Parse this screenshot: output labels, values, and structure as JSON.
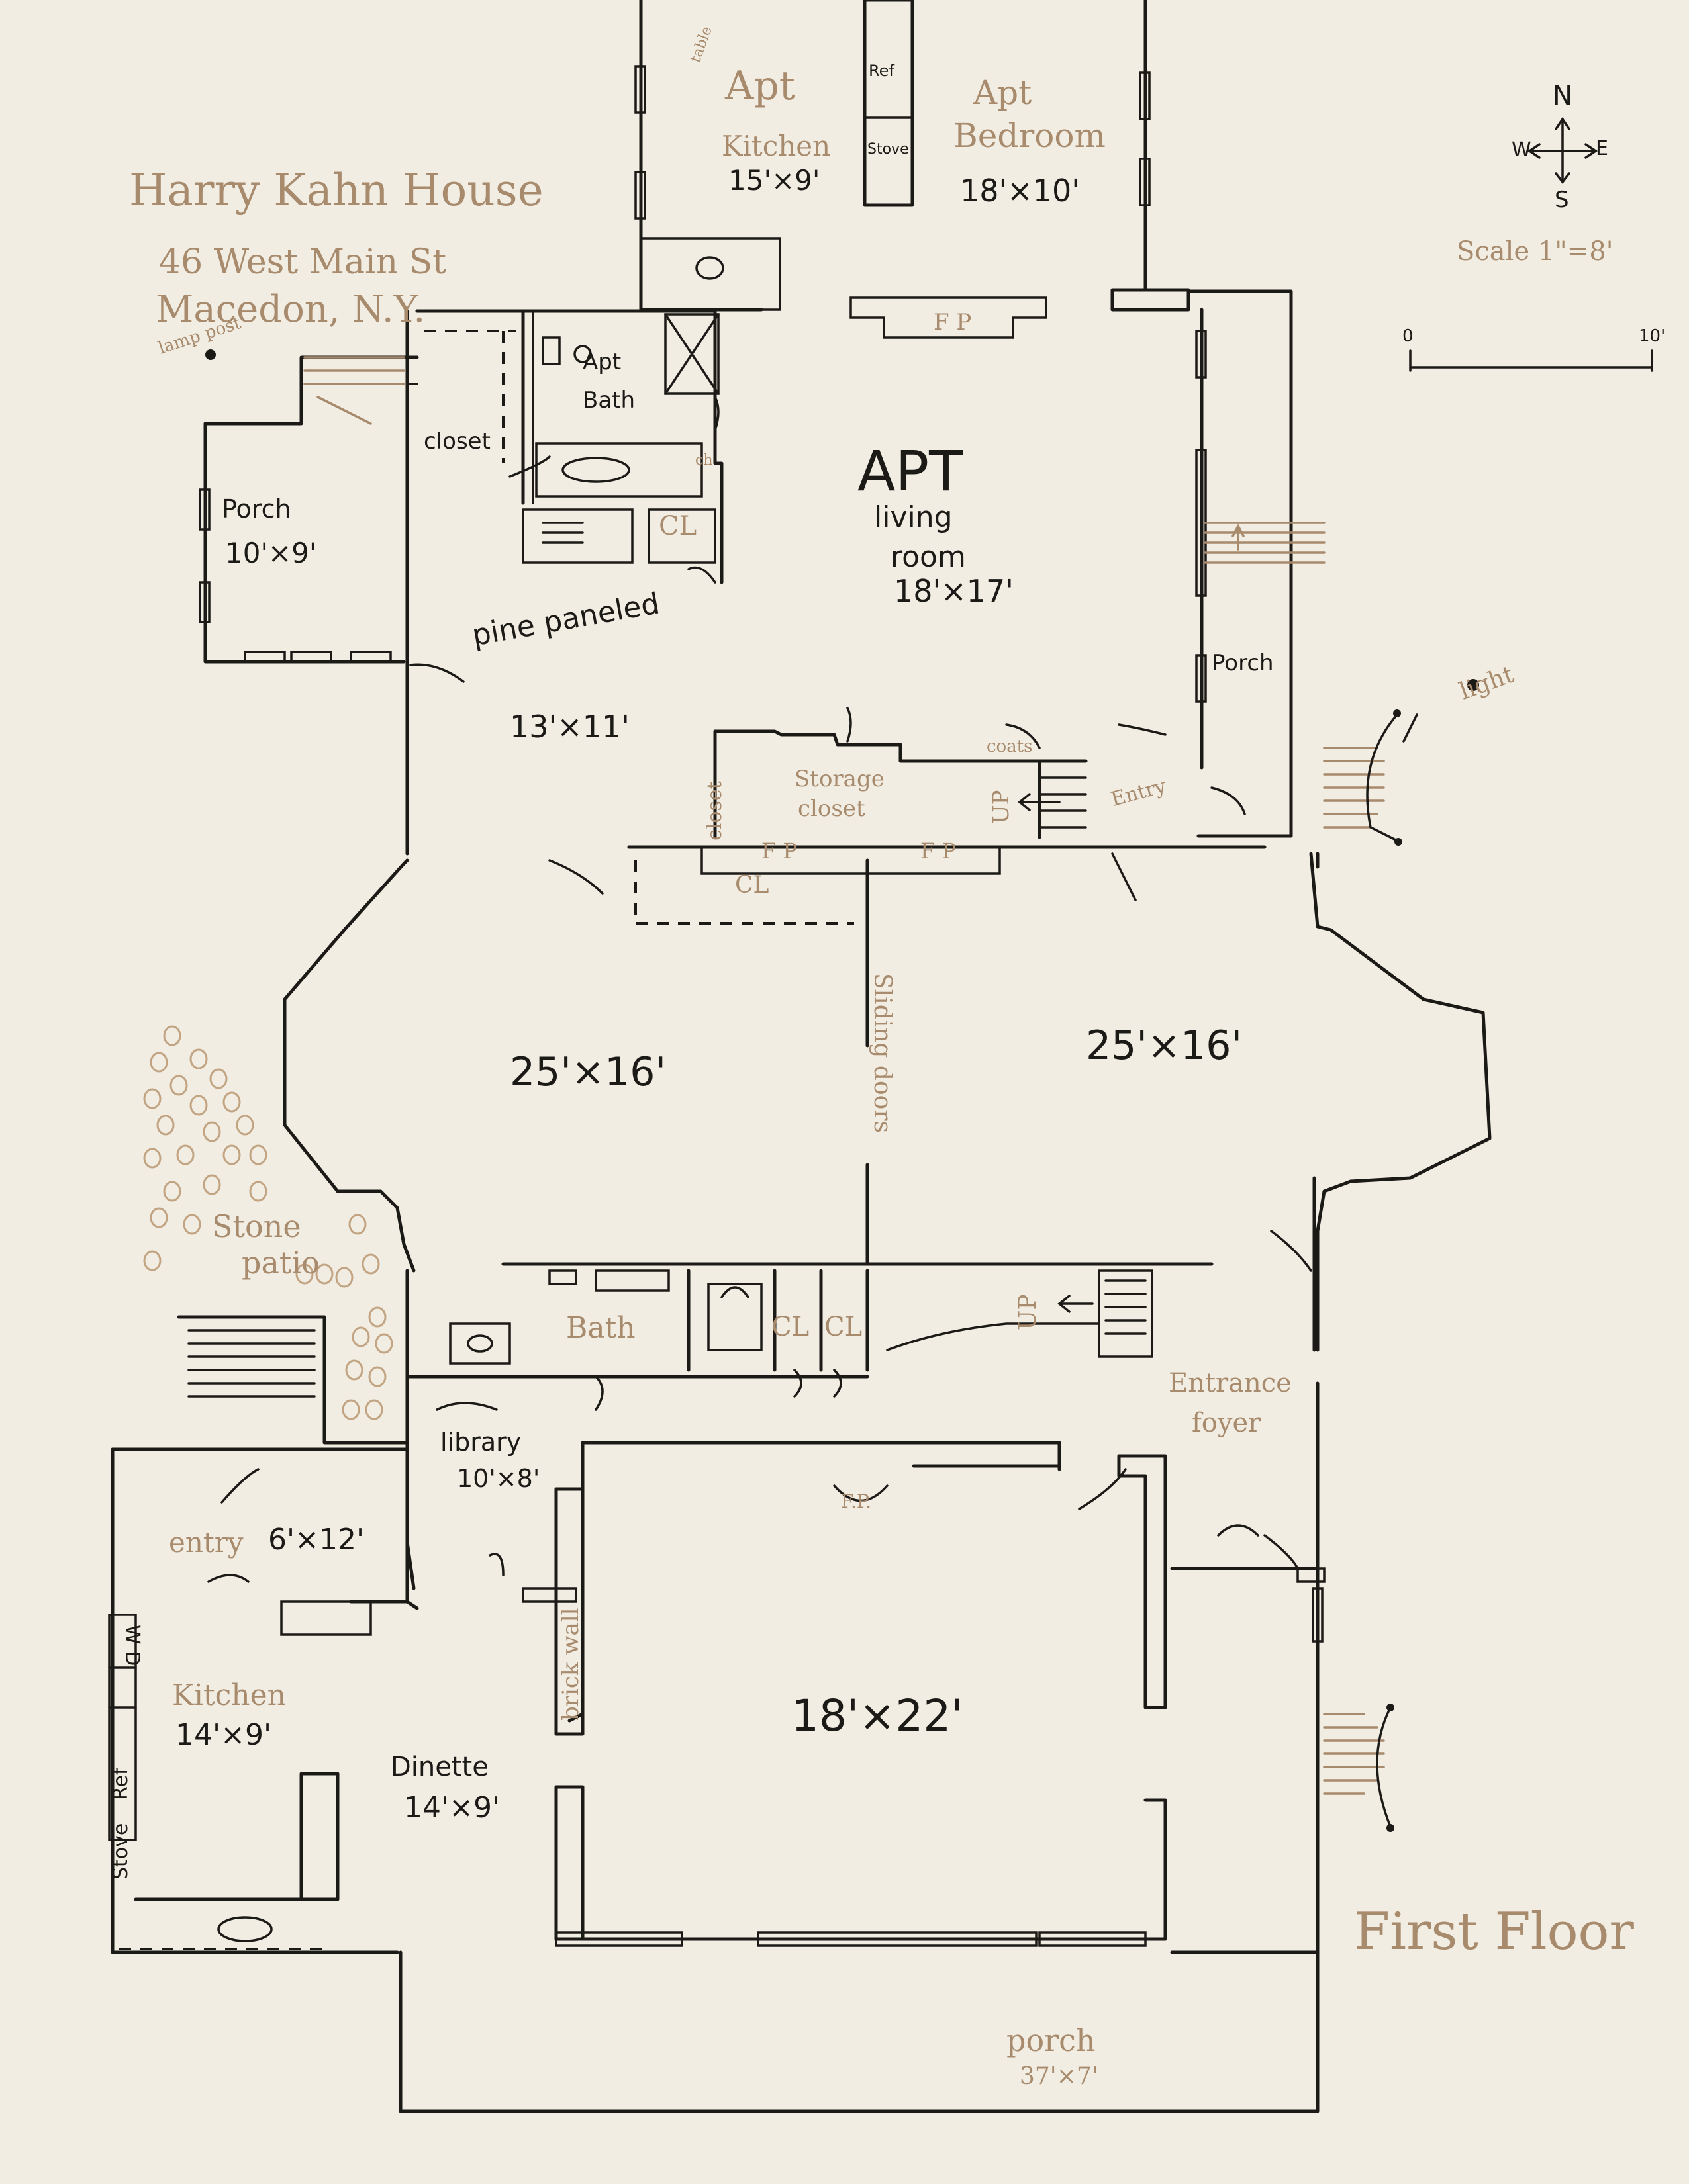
{
  "header": {
    "house_name": "Harry Kahn House",
    "address_line1": "46 West Main St",
    "address_line2": "Macedon, N.Y.",
    "lamp_note": "lamp post"
  },
  "compass": {
    "north": "N",
    "south": "S",
    "east": "E",
    "west": "W"
  },
  "scale": {
    "label": "Scale 1\"=8'",
    "bar_start": "0",
    "bar_end": "10'"
  },
  "floor_label": "First Floor",
  "rooms": {
    "apt_kitchen": {
      "name_1": "Apt",
      "name_2": "Kitchen",
      "size": "15'×9'",
      "table": "table"
    },
    "apt_bedroom": {
      "name_1": "Apt",
      "name_2": "Bedroom",
      "size": "18'×10'"
    },
    "apt_appliances": {
      "ref": "Ref",
      "stove": "Stove"
    },
    "apt_fireplace": "F P",
    "apt_bath": {
      "name_1": "Apt",
      "name_2": "Bath",
      "closet": "closet",
      "cl": "CL",
      "ch": "ch"
    },
    "apt_living": {
      "name_1": "APT",
      "name_2": "living",
      "name_3": "room",
      "size": "18'×17'"
    },
    "porch_west": {
      "name": "Porch",
      "size": "10'×9'"
    },
    "porch_east": {
      "name": "Porch"
    },
    "light": "light",
    "pine_room": {
      "name": "pine paneled",
      "size": "13'×11'"
    },
    "storage": {
      "closet_vertical": "closet",
      "storage_1": "Storage",
      "storage_2": "closet",
      "coats": "coats",
      "up": "UP",
      "entry": "Entry",
      "cl": "CL",
      "fp1": "F P",
      "fp2": "F P"
    },
    "parlor_west": {
      "size": "25'×16'"
    },
    "parlor_east": {
      "size": "25'×16'"
    },
    "sliding_doors": "Sliding doors",
    "stone_patio": {
      "line1": "Stone",
      "line2": "patio"
    },
    "bath": {
      "name": "Bath",
      "cl1": "CL",
      "cl2": "CL",
      "up": "UP"
    },
    "entrance_foyer": {
      "line1": "Entrance",
      "line2": "foyer"
    },
    "library": {
      "name": "library",
      "size": "10'×8'"
    },
    "entry": {
      "name": "entry",
      "size": "6'×12'"
    },
    "brick_wall": "brick wall",
    "great_room": {
      "size": "18'×22'",
      "fp": "F.P."
    },
    "kitchen": {
      "name": "Kitchen",
      "size": "14'×9'",
      "wd": "W D",
      "ref": "Ref",
      "stove": "Stove"
    },
    "dinette": {
      "name": "Dinette",
      "size": "14'×9'"
    },
    "porch_south": {
      "name": "porch",
      "size": "37'×7'"
    }
  }
}
